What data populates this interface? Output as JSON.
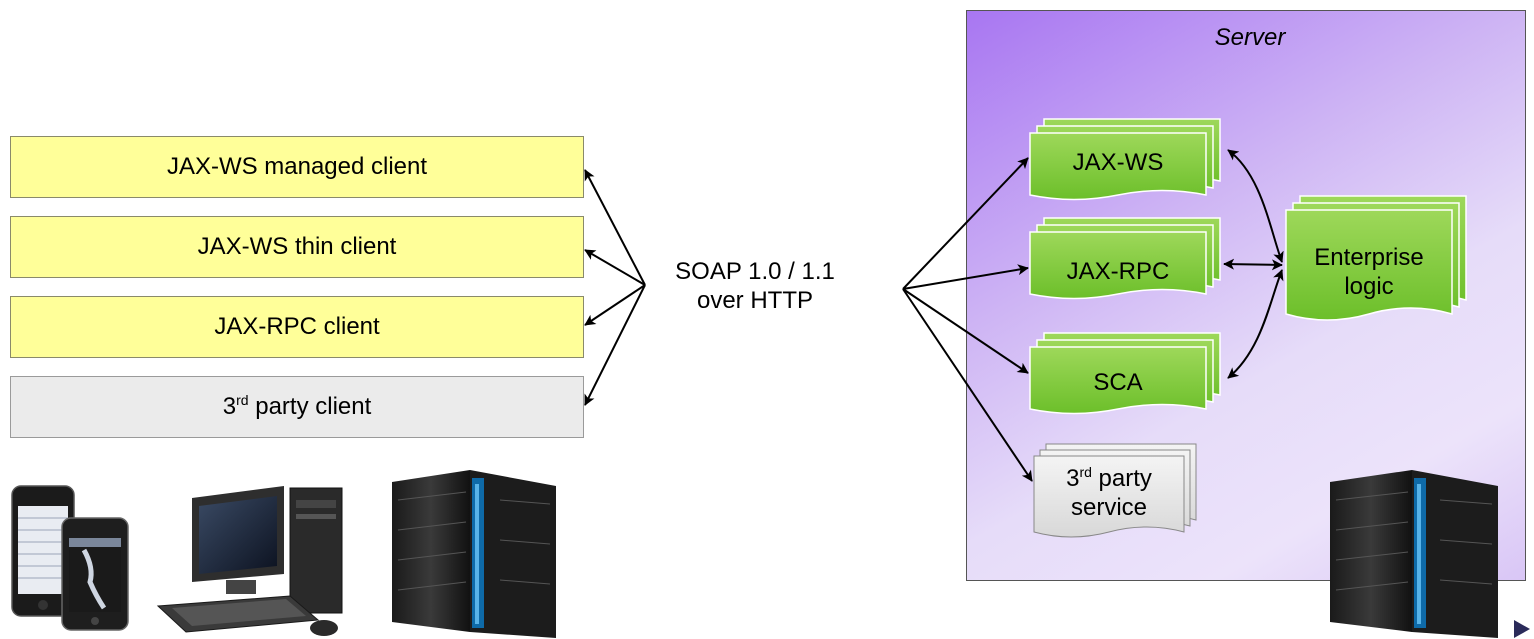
{
  "clients": [
    {
      "label": "JAX-WS managed client",
      "style": "yellow"
    },
    {
      "label": "JAX-WS thin client",
      "style": "yellow"
    },
    {
      "label": "JAX-RPC client",
      "style": "yellow"
    },
    {
      "label_prefix": "3",
      "label_sup": "rd",
      "label_rest": " party client",
      "style": "gray"
    }
  ],
  "protocol": {
    "line1": "SOAP 1.0 / 1.1",
    "line2": "over HTTP"
  },
  "server": {
    "title": "Server",
    "services": [
      {
        "label": "JAX-WS"
      },
      {
        "label": "JAX-RPC"
      },
      {
        "label": "SCA"
      }
    ],
    "third_party": {
      "prefix": "3",
      "sup": "rd",
      "rest": " party",
      "line2": "service"
    },
    "enterprise": {
      "line1": "Enterprise",
      "line2": "logic"
    }
  },
  "devices": [
    "smartphone-icon",
    "desktop-computer-icon",
    "mainframe-icon",
    "mainframe-icon"
  ],
  "colors": {
    "client_yellow": "#ffff99",
    "client_gray": "#ebebeb",
    "service_green": "#8fd14f",
    "server_purple": "#a876f2"
  }
}
